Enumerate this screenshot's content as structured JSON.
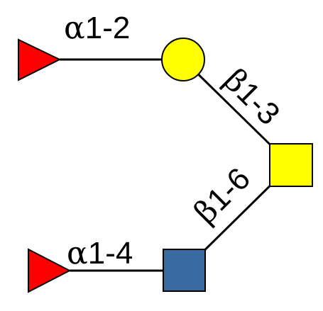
{
  "structure": {
    "residues": [
      {
        "id": "fucose-top",
        "shape": "triangle",
        "color": "#ff0000"
      },
      {
        "id": "galactose",
        "shape": "circle",
        "color": "#ffff00"
      },
      {
        "id": "galnac-reducing-end",
        "shape": "square",
        "color": "#ffff00"
      },
      {
        "id": "glcnac",
        "shape": "square",
        "color": "#3a6ba0"
      },
      {
        "id": "fucose-bottom",
        "shape": "triangle",
        "color": "#ff0000"
      }
    ],
    "linkages": [
      {
        "from": "fucose-top",
        "to": "galactose",
        "anomer": "α",
        "positions": "1-2"
      },
      {
        "from": "galactose",
        "to": "galnac-reducing-end",
        "anomer": "β",
        "positions": "1-3"
      },
      {
        "from": "glcnac",
        "to": "galnac-reducing-end",
        "anomer": "β",
        "positions": "1-6"
      },
      {
        "from": "fucose-bottom",
        "to": "glcnac",
        "anomer": "α",
        "positions": "1-4"
      }
    ]
  }
}
